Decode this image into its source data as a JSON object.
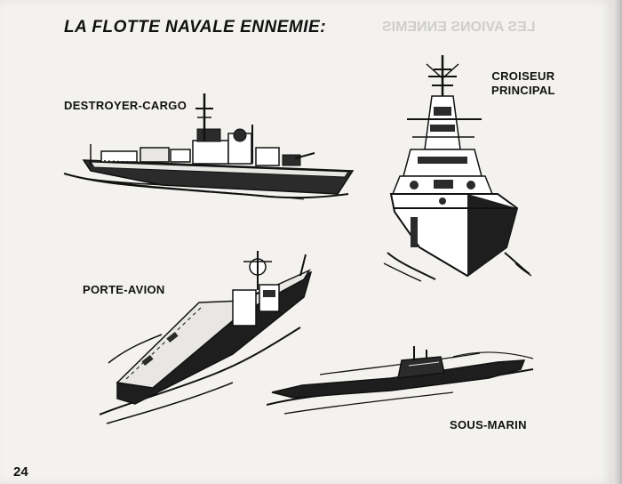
{
  "page": {
    "title": "LA FLOTTE NAVALE ENNEMIE:",
    "page_number": "24"
  },
  "ships": {
    "destroyer": {
      "label": "DESTROYER-CARGO"
    },
    "croiseur": {
      "label_line1": "CROISEUR",
      "label_line2": "PRINCIPAL"
    },
    "porte_avion": {
      "label": "PORTE-AVION"
    },
    "sous_marin": {
      "label": "SOUS-MARIN"
    }
  },
  "show_through": {
    "right_header": "LES AVIONS ENNEMIS"
  }
}
